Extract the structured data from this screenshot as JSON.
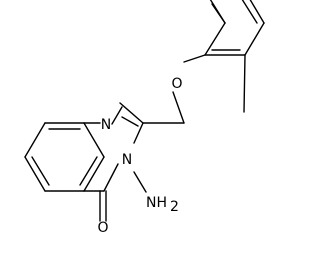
{
  "molecule": {
    "atoms": {
      "n1": "N",
      "n3": "N",
      "o_ether": "O",
      "o_carbonyl": "O",
      "nh2": "NH",
      "nh2_subscript": "2"
    }
  }
}
